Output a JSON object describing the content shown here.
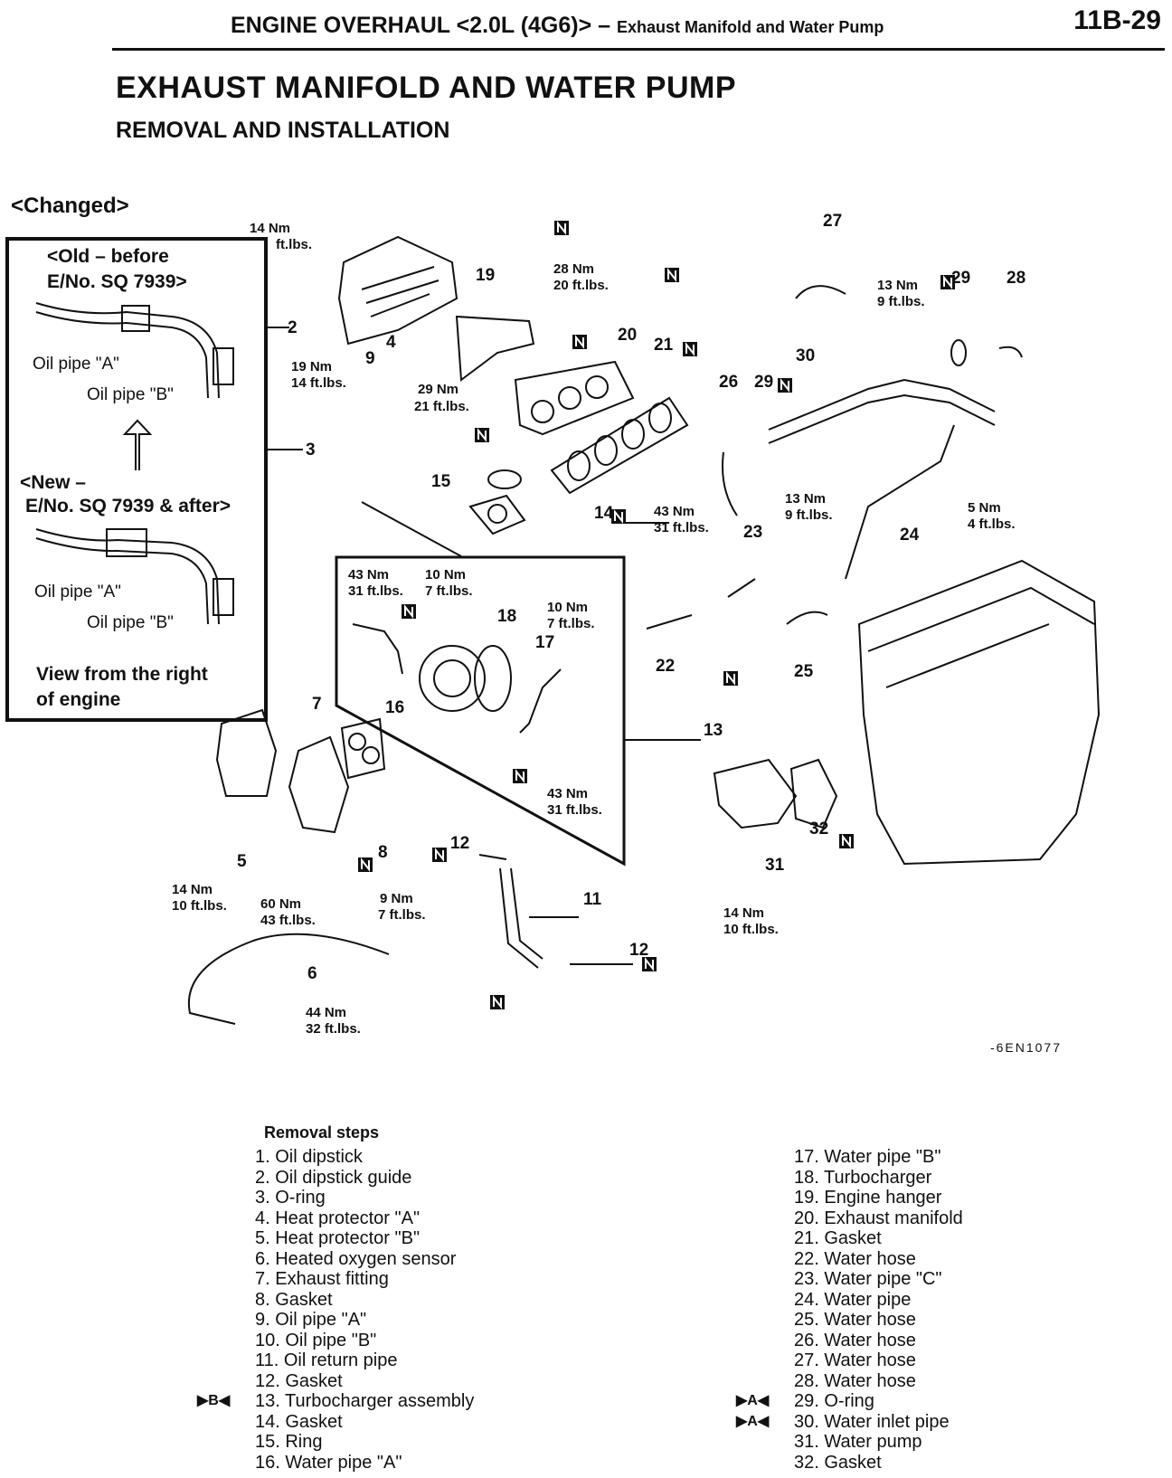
{
  "header": {
    "section": "ENGINE OVERHAUL <2.0L (4G6)> –",
    "subsection": "Exhaust Manifold and Water Pump",
    "page": "11B-29"
  },
  "title": "EXHAUST MANIFOLD AND WATER PUMP",
  "subtitle": "REMOVAL AND INSTALLATION",
  "changed_label": "<Changed>",
  "inset": {
    "old_label": "<Old – before",
    "old_label2": "E/No. SQ 7939>",
    "new_label": "<New –",
    "new_label2": "E/No. SQ 7939 & after>",
    "oil_pipe_a": "Oil pipe \"A\"",
    "oil_pipe_b": "Oil pipe \"B\"",
    "view1": "View from the right",
    "view2": "of engine"
  },
  "callouts": {
    "c1": "14 Nm",
    "c1b": "ft.lbs.",
    "c2": "28 Nm",
    "c2b": "20 ft.lbs.",
    "c3": "19 Nm",
    "c3b": "14 ft.lbs.",
    "c4": "29 Nm",
    "c4b": "21 ft.lbs.",
    "c5": "13 Nm",
    "c5b": "9 ft.lbs.",
    "c6": "43 Nm",
    "c6b": "31 ft.lbs.",
    "c7": "13 Nm",
    "c7b": "9 ft.lbs.",
    "c8": "5 Nm",
    "c8b": "4 ft.lbs.",
    "c9": "43 Nm",
    "c9b": "31 ft.lbs.",
    "c10": "10 Nm",
    "c10b": "7 ft.lbs.",
    "c11": "10 Nm",
    "c11b": "7 ft.lbs.",
    "c12": "43 Nm",
    "c12b": "31 ft.lbs.",
    "c13": "14 Nm",
    "c13b": "10 ft.lbs.",
    "c14": "60 Nm",
    "c14b": "43 ft.lbs.",
    "c15": "9 Nm",
    "c15b": "7 ft.lbs.",
    "c16": "14 Nm",
    "c16b": "10 ft.lbs.",
    "c17": "44 Nm",
    "c17b": "32 ft.lbs."
  },
  "figure_code": "-6EN1077",
  "removal_title": "Removal steps",
  "steps_left": [
    "1. Oil dipstick",
    "2. Oil dipstick guide",
    "3. O-ring",
    "4. Heat protector \"A\"",
    "5. Heat protector \"B\"",
    "6. Heated oxygen sensor",
    "7. Exhaust fitting",
    "8. Gasket",
    "9. Oil pipe \"A\"",
    "10. Oil pipe \"B\"",
    "11. Oil return pipe",
    "12. Gasket",
    "13. Turbocharger assembly",
    "14. Gasket",
    "15. Ring",
    "16. Water pipe \"A\""
  ],
  "steps_right": [
    "17. Water pipe \"B\"",
    "18. Turbocharger",
    "19. Engine hanger",
    "20. Exhaust manifold",
    "21. Gasket",
    "22. Water hose",
    "23. Water pipe \"C\"",
    "24. Water pipe",
    "25. Water hose",
    "26. Water hose",
    "27. Water hose",
    "28. Water hose",
    "29. O-ring",
    "30. Water inlet pipe",
    "31. Water pump",
    "32. Gasket"
  ],
  "markers": {
    "b": "▶B◀",
    "a": "▶A◀"
  }
}
